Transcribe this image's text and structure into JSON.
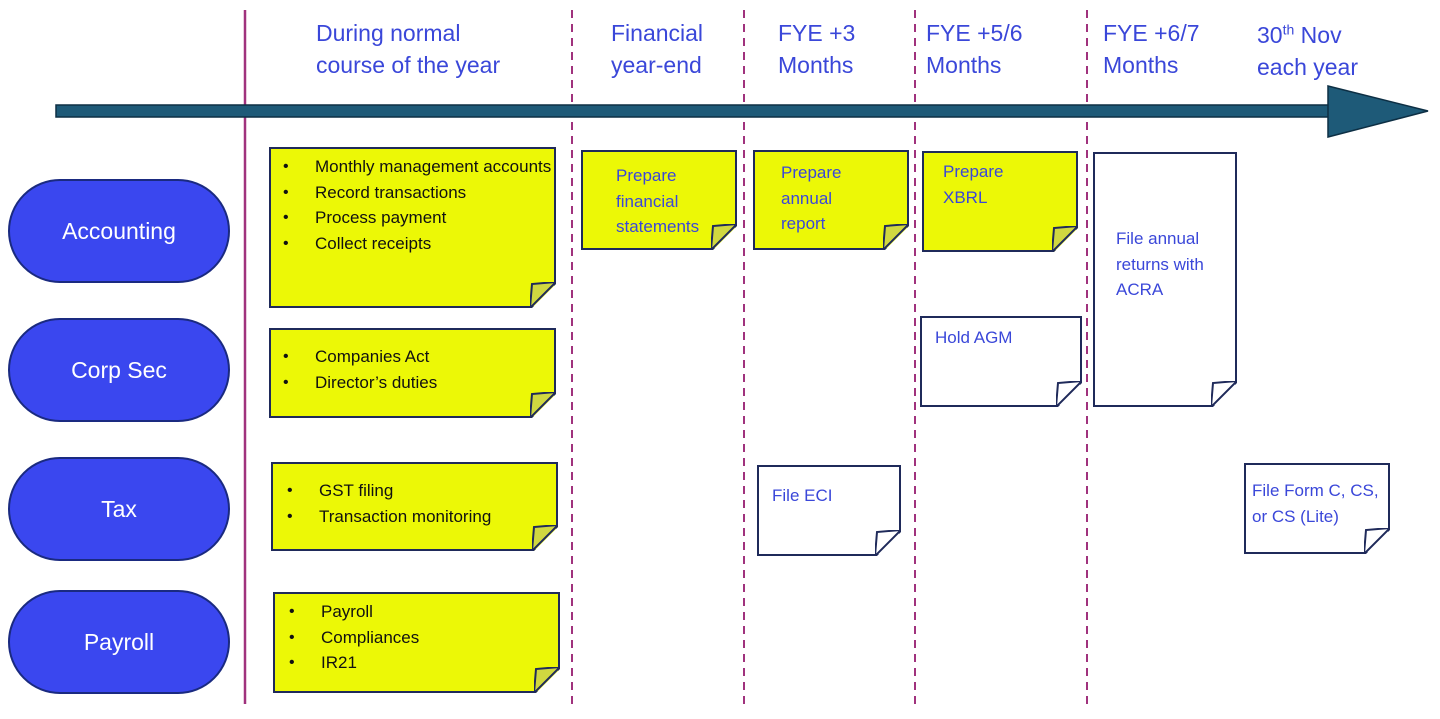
{
  "columns": [
    {
      "id": "normal-course",
      "label": "During normal\ncourse of the year"
    },
    {
      "id": "financial-year-end",
      "label": "Financial\nyear-end"
    },
    {
      "id": "fye-3",
      "label": "FYE +3\nMonths"
    },
    {
      "id": "fye-5-6",
      "label": "FYE +5/6\nMonths"
    },
    {
      "id": "fye-6-7",
      "label": "FYE +6/7\nMonths"
    },
    {
      "id": "nov-30",
      "label_main": "30",
      "label_sup": "th",
      "label_rest": " Nov\neach year"
    }
  ],
  "rows": [
    {
      "id": "accounting",
      "label": "Accounting"
    },
    {
      "id": "corp-sec",
      "label": "Corp Sec"
    },
    {
      "id": "tax",
      "label": "Tax"
    },
    {
      "id": "payroll",
      "label": "Payroll"
    }
  ],
  "notes": {
    "accounting_normal": {
      "items": [
        "Monthly management accounts",
        "Record transactions",
        "Process payment",
        "Collect receipts"
      ]
    },
    "corpsec_normal": {
      "items": [
        "Companies Act",
        "Director’s duties"
      ]
    },
    "tax_normal": {
      "items": [
        "GST filing",
        "Transaction monitoring"
      ]
    },
    "payroll_normal": {
      "items": [
        "Payroll",
        "Compliances",
        "IR21"
      ]
    },
    "prepare_fs": {
      "text": "Prepare\nfinancial\nstatements"
    },
    "prepare_ar": {
      "text": "Prepare\nannual\nreport"
    },
    "prepare_xbrl": {
      "text": "Prepare\nXBRL"
    },
    "hold_agm": {
      "text": "Hold AGM"
    },
    "file_annual_returns": {
      "text": "File annual\nreturns with\nACRA"
    },
    "file_eci": {
      "text": "File ECI"
    },
    "file_form_c": {
      "text": "File Form C, CS,\nor CS (Lite)"
    }
  },
  "colors": {
    "arrow": "#1e5a78",
    "row_separator": "#a0327d",
    "column_divider": "#a0327d",
    "header_text": "#3a47d9",
    "row_fill": "#3a47ef",
    "yellow_note": "#ecf806",
    "white_note": "#ffffff"
  }
}
